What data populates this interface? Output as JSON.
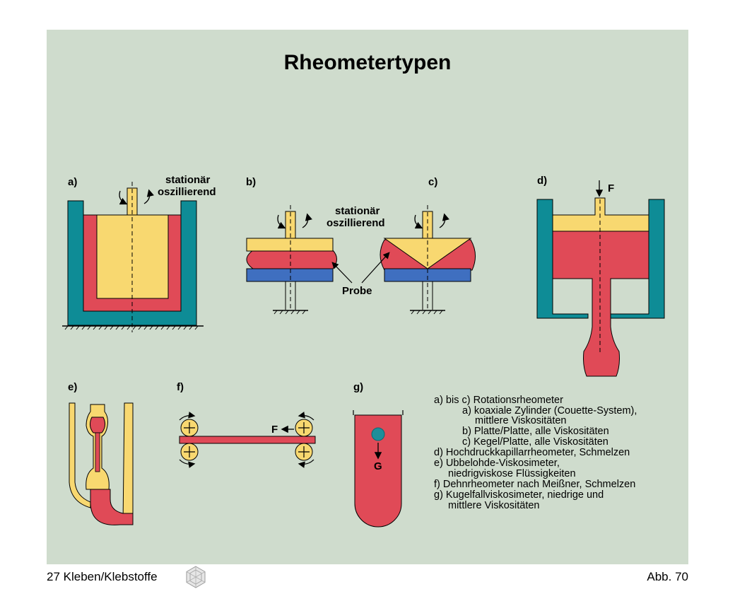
{
  "title": "Rheometertypen",
  "labels": {
    "a": "a)",
    "b": "b)",
    "c": "c)",
    "d": "d)",
    "e": "e)",
    "f": "f)",
    "g": "g)",
    "mode_a_1": "stationär",
    "mode_a_2": "oszillierend",
    "mode_bc_1": "stationär",
    "mode_bc_2": "oszillierend",
    "probe": "Probe",
    "force_d": "F",
    "force_f": "F",
    "gravity": "G"
  },
  "legend": [
    "a) bis c) Rotationsrheometer",
    "a) koaxiale Zylinder (Couette-System),",
    "mittlere Viskositäten",
    "b) Platte/Platte, alle Viskositäten",
    "c) Kegel/Platte, alle Viskositäten",
    "d) Hochdruckkapillarrheometer, Schmelzen",
    "e) Ubbelohde-Viskosimeter,",
    "niedrigviskose Flüssigkeiten",
    "f)  Dehnrheometer nach Meißner, Schmelzen",
    "g) Kugelfallviskosimeter, niedrige und",
    "mittlere Viskositäten"
  ],
  "footer": {
    "left": "27 Kleben/Klebstoffe",
    "right": "Abb. 70"
  },
  "colors": {
    "background": "#cfdccd",
    "teal": "#0e8c96",
    "red": "#e04a57",
    "yellow": "#f8d870",
    "blue": "#3f6fc0"
  },
  "icons": [
    "rotation-arrow-icon",
    "force-arrow-icon",
    "roller-plus-icon",
    "logo-icon"
  ]
}
